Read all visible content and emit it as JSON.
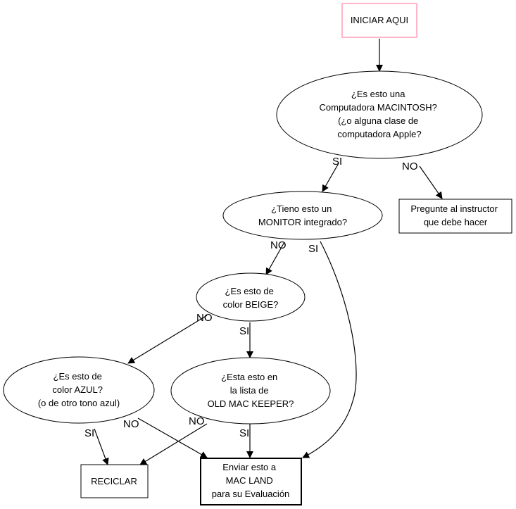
{
  "nodes": {
    "start": {
      "lines": [
        "INICIAR AQUI"
      ],
      "border_color": "#ffb6c8"
    },
    "is_mac": {
      "lines": [
        "¿Es esto una",
        "Computadora MACINTOSH?",
        "(¿o alguna clase de",
        "computadora Apple?"
      ]
    },
    "ask_instructor": {
      "lines": [
        "Pregunte al instructor",
        "que debe hacer"
      ]
    },
    "has_monitor": {
      "lines": [
        "¿Tieno esto un",
        "MONITOR integrado?"
      ]
    },
    "is_beige": {
      "lines": [
        "¿Es esto de",
        "color BEIGE?"
      ]
    },
    "is_blue": {
      "lines": [
        "¿Es esto de",
        "color AZUL?",
        "(o de otro tono azul)"
      ]
    },
    "in_list": {
      "lines": [
        "¿Esta esto en",
        "la lista de",
        "OLD MAC KEEPER?"
      ]
    },
    "recycle": {
      "lines": [
        "RECICLAR"
      ]
    },
    "send_mac_land": {
      "lines": [
        "Enviar esto a",
        "MAC LAND",
        "para su Evaluación"
      ]
    }
  },
  "edge_labels": {
    "mac_si": "SI",
    "mac_no": "NO",
    "monitor_no": "NO",
    "monitor_si": "SI",
    "beige_no": "NO",
    "beige_si": "SI",
    "blue_si": "SI",
    "blue_no": "NO",
    "list_no": "NO",
    "list_si": "SI"
  }
}
